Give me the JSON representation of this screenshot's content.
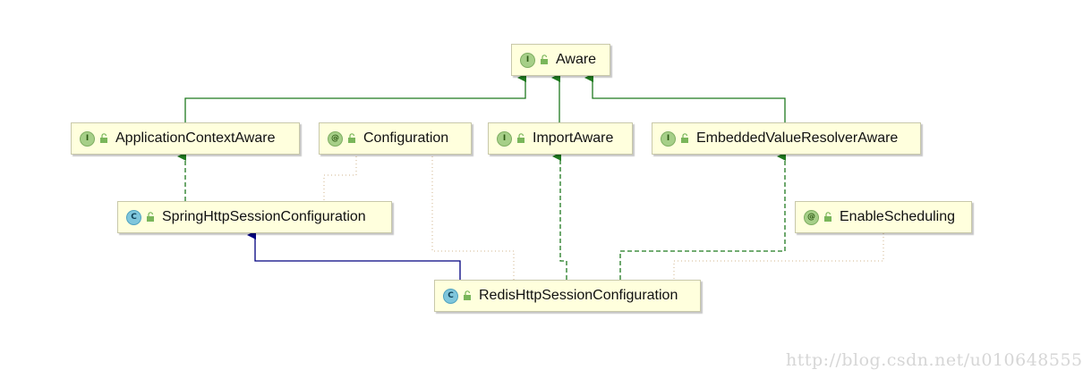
{
  "nodes": {
    "aware": {
      "kind": "I",
      "label": "Aware"
    },
    "application_context_aware": {
      "kind": "I",
      "label": "ApplicationContextAware"
    },
    "configuration": {
      "kind": "@",
      "label": "Configuration"
    },
    "import_aware": {
      "kind": "I",
      "label": "ImportAware"
    },
    "embedded_value_resolver_aware": {
      "kind": "I",
      "label": "EmbeddedValueResolverAware"
    },
    "spring_http_session_configuration": {
      "kind": "C",
      "label": "SpringHttpSessionConfiguration"
    },
    "enable_scheduling": {
      "kind": "@",
      "label": "EnableScheduling"
    },
    "redis_http_session_configuration": {
      "kind": "C",
      "label": "RedisHttpSessionConfiguration"
    }
  },
  "colors": {
    "node_fill": "#ffffdd",
    "extends_interface_edge": "#1f7a1f",
    "implements_edge": "#1f7a1f",
    "extends_class_edge": "#000080",
    "annotation_edge": "#d2b48c"
  },
  "watermark": "http://blog.csdn.net/u010648555"
}
